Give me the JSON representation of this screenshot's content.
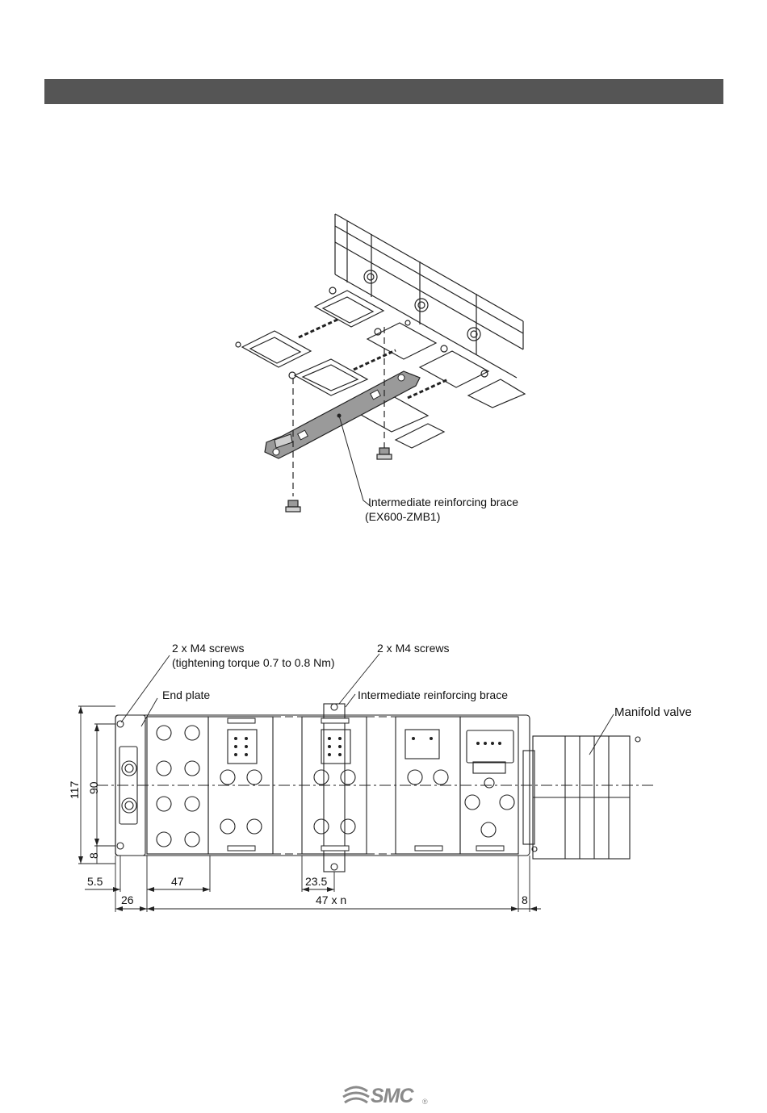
{
  "upper_figure": {
    "brace_label": "Intermediate reinforcing brace",
    "brace_part": "(EX600-ZMB1)"
  },
  "lower_figure": {
    "screws_left_line1": "2 x M4 screws",
    "screws_left_line2": "(tightening torque 0.7 to 0.8 Nm)",
    "screws_right": "2 x M4 screws",
    "end_plate": "End plate",
    "brace": "Intermediate reinforcing brace",
    "manifold_valve": "Manifold valve",
    "dims": {
      "d117": "117",
      "d90": "90",
      "d8_left": "8",
      "d5_5": "5.5",
      "d47": "47",
      "d23_5": "23.5",
      "d26": "26",
      "d47xn": "47 x n",
      "d8_right": "8"
    }
  },
  "footer": {
    "logo_text": "SMC",
    "logo_mark": "®"
  }
}
